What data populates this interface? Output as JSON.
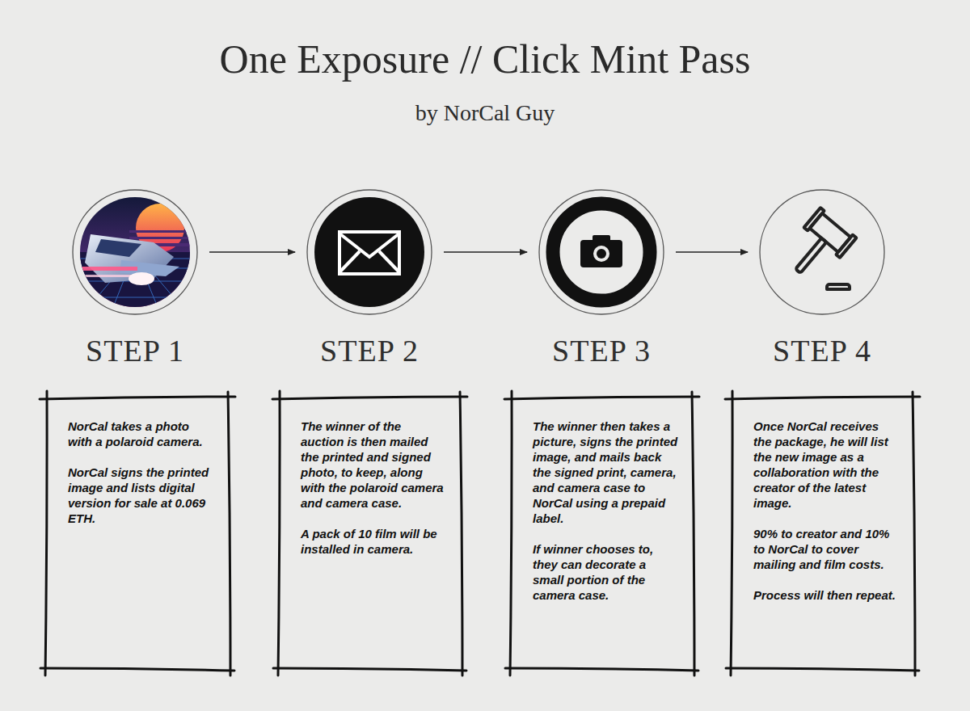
{
  "diagram": {
    "title": "One Exposure // Click Mint Pass",
    "nodes": [
      {
        "text": [
          "STEP 1"
        ]
      },
      {
        "text": [
          "STEP 2"
        ]
      },
      {
        "text": [
          "STEP 3"
        ]
      },
      {
        "text": [
          "STEP 4"
        ]
      },
      {
        "text": [
          "NorCal takes a photo with a polaroid camera.",
          "NorCal signs the printed image and lists digital version for sale at 0.069 ETH."
        ]
      },
      {
        "text": [
          "The winner of the auction is then mailed the printed and signed photo, to keep, along with the polaroid camera and camera case.",
          "A pack of 10 film will be installed in camera."
        ]
      },
      {
        "text": [
          "The winner then takes a picture, signs the printed image, and mails back the signed print, camera, and camera case to NorCal using a prepaid label.",
          "If winner chooses to, they can decorate a small portion of the camera case."
        ]
      },
      {
        "text": [
          "Once NorCal receives the package, he will list the new image as a collaboration with the creator of the latest image.",
          "90% to creator and 10% to NorCal to cover mailing and film costs.",
          "Process will then repeat."
        ]
      }
    ],
    "edges": [
      {
        "from": 0,
        "to": 1,
        "arrow": "to"
      },
      {
        "from": 1,
        "to": 2,
        "arrow": "to"
      },
      {
        "from": 2,
        "to": 3,
        "arrow": "to"
      }
    ],
    "labels": [
      "by NorCal Guy"
    ]
  }
}
